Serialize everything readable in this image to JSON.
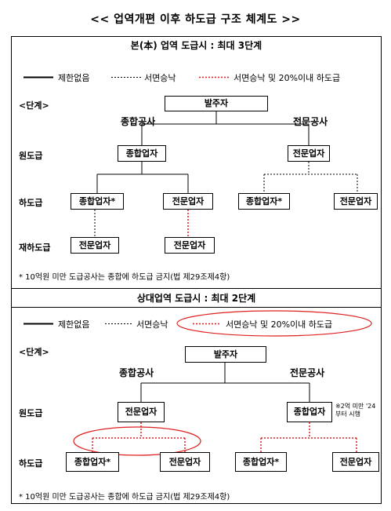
{
  "title": "<< 업역개편 이후 하도급 구조 체계도 >>",
  "sections": [
    {
      "header": "본(本) 업역 도급시 : 최대 3단계",
      "legend": {
        "solid": "제한없음",
        "dotted_black": "서면승낙",
        "dotted_red": "서면승낙 및 20%이내 하도급"
      },
      "stage_label": "<단계>",
      "rows": [
        "원도급",
        "하도급",
        "재하도급"
      ],
      "owner": "발주자",
      "left_category": "종합공사",
      "right_category": "전문공사",
      "prime_left": "종합업자",
      "prime_right": "전문업자",
      "sub": [
        "종합업자*",
        "전문업자",
        "종합업자*",
        "전문업자"
      ],
      "resub": [
        "전문업자",
        "전문업자"
      ],
      "note": "* 10억원 미만 도급공사는 종합에 하도급 금지(법 제29조제4항)"
    },
    {
      "header": "상대업역 도급시 : 최대 2단계",
      "legend": {
        "solid": "제한없음",
        "dotted_black": "서면승낙",
        "dotted_red": "서면승낙 및 20%이내 하도급"
      },
      "stage_label": "<단계>",
      "rows": [
        "원도급",
        "하도급"
      ],
      "owner": "발주자",
      "left_category": "종합공사",
      "right_category": "전문공사",
      "prime_left": "전문업자",
      "prime_right": "종합업자",
      "prime_right_note": "※2억 미만 '24부터 시행",
      "sub": [
        "종합업자*",
        "전문업자",
        "종합업자*",
        "전문업자"
      ],
      "note": "* 10억원 미만 도급공사는 종합에 하도급 금지(법 제29조제4항)"
    }
  ],
  "colors": {
    "line": "#000000",
    "red": "#e02020"
  }
}
